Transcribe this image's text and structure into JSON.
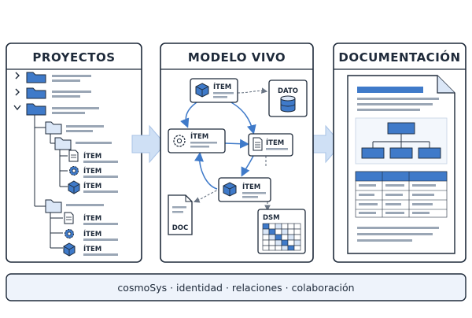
{
  "panels": {
    "projects": {
      "title": "PROYECTOS"
    },
    "model": {
      "title": "MODELO VIVO"
    },
    "docs": {
      "title": "DOCUMENTACIÓN"
    }
  },
  "tree": {
    "items": [
      {
        "label": "ÍTEM",
        "icon": "document-icon"
      },
      {
        "label": "ÍTEM",
        "icon": "gear-icon"
      },
      {
        "label": "ÍTEM",
        "icon": "cube-icon"
      },
      {
        "label": "ÍTEM",
        "icon": "document-icon"
      },
      {
        "label": "ÍTEM",
        "icon": "gear-icon"
      },
      {
        "label": "ÍTEM",
        "icon": "cube-icon"
      }
    ]
  },
  "model": {
    "nodes": [
      {
        "label": "ÍTEM",
        "icon": "cube-icon"
      },
      {
        "label": "ÍTEM",
        "icon": "gear-icon"
      },
      {
        "label": "ÍTEM",
        "icon": "document-icon"
      },
      {
        "label": "ÍTEM",
        "icon": "cube-icon"
      }
    ],
    "dato": "DATO",
    "doc": "DOC",
    "dsm": "DSM"
  },
  "footer": {
    "text": "cosmoSys · identidad · relaciones · colaboración"
  },
  "colors": {
    "line": "#1e2a3a",
    "accent": "#3f7ac9",
    "fill_light": "#dbe7f7",
    "arrow_fill": "#cfe0f5"
  }
}
